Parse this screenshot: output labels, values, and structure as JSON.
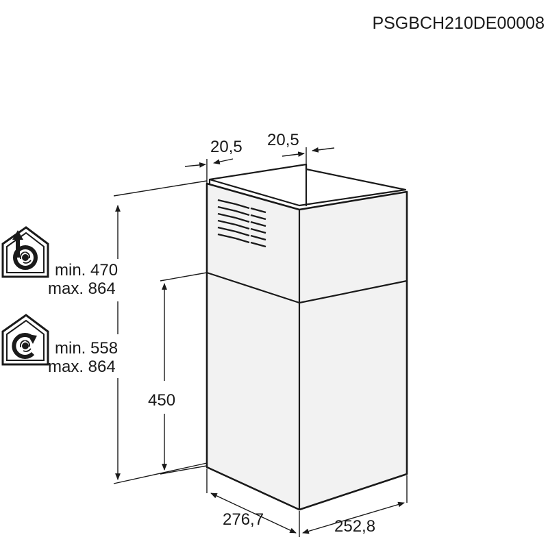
{
  "code": "PSGBCH210DE00008",
  "dims": {
    "top_left": "20,5",
    "top_right": "20,5",
    "lower_height": "450",
    "depth": "276,7",
    "width": "252,8"
  },
  "modes": [
    {
      "icon": "extraction-mode-icon",
      "min": "min. 470",
      "max": "max. 864"
    },
    {
      "icon": "recirculation-mode-icon",
      "min": "min. 558",
      "max": "max. 864"
    }
  ]
}
